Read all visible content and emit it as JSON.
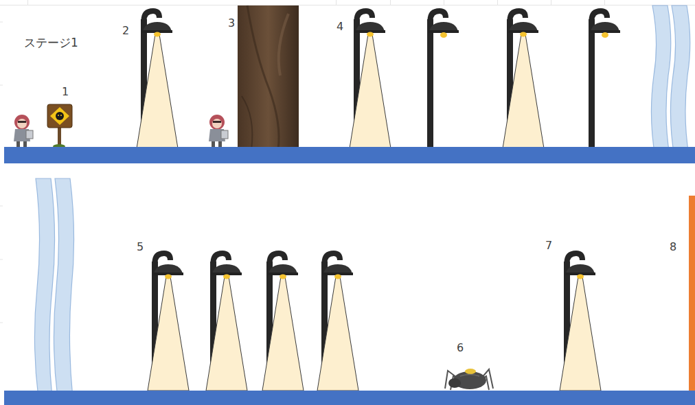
{
  "diagram": {
    "title": "ステージ1",
    "labels": [
      "1",
      "2",
      "3",
      "4",
      "5",
      "6",
      "7",
      "8"
    ]
  }
}
